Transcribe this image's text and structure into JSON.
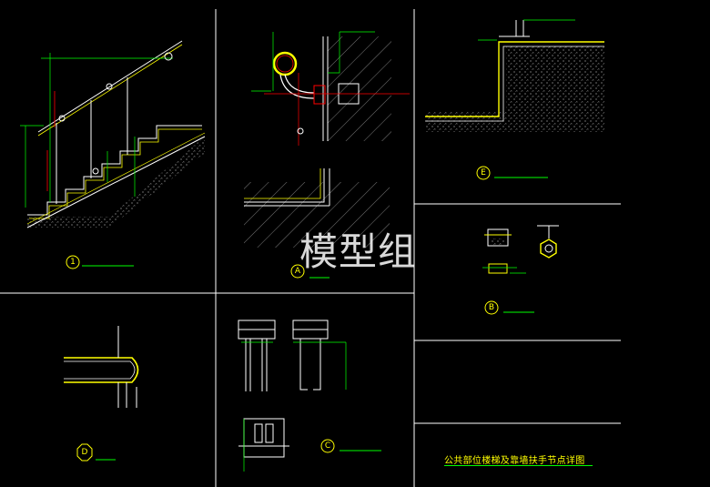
{
  "sheet": {
    "title": "公共部位楼梯及靠墙扶手节点详图",
    "watermark": "模型组"
  },
  "details": [
    {
      "id": "detail-1",
      "label": "1"
    },
    {
      "id": "detail-a",
      "label": "A"
    },
    {
      "id": "detail-e",
      "label": "E"
    },
    {
      "id": "detail-b",
      "label": "B"
    },
    {
      "id": "detail-d",
      "label": "D"
    },
    {
      "id": "detail-c",
      "label": "C"
    }
  ],
  "colors": {
    "background": "#000000",
    "frame": "#ffffff",
    "line_white": "#ffffff",
    "line_yellow": "#ffff00",
    "line_green": "#00ff00",
    "line_red": "#ff0000",
    "hatch": "#c0c0c0"
  }
}
